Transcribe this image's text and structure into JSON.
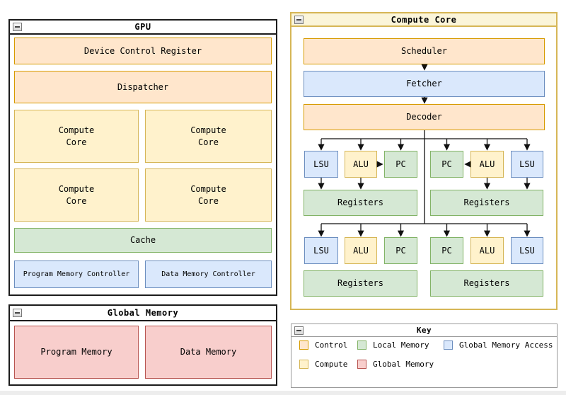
{
  "palette": {
    "control": {
      "fill": "#FFE6CC",
      "stroke": "#D79B00"
    },
    "compute": {
      "fill": "#FFF2CC",
      "stroke": "#D6B656"
    },
    "local_memory": {
      "fill": "#D5E8D4",
      "stroke": "#82B366"
    },
    "global_memory_access": {
      "fill": "#DAE8FC",
      "stroke": "#6C8EBF"
    },
    "global_memory": {
      "fill": "#F8CECC",
      "stroke": "#B85450"
    },
    "window_border_dark": "#1C1C1C",
    "window_border_gold": "#D6B656",
    "window_titlebar_gold": "#FBF5D9",
    "window_border_gray": "#9A9A9A"
  },
  "gpu_window": {
    "title": "GPU",
    "device_control_register": "Device Control Register",
    "dispatcher": "Dispatcher",
    "compute_core": "Compute\nCore",
    "cache": "Cache",
    "program_memory_controller": "Program Memory Controller",
    "data_memory_controller": "Data Memory Controller"
  },
  "global_memory_window": {
    "title": "Global Memory",
    "program_memory": "Program Memory",
    "data_memory": "Data Memory"
  },
  "compute_core_window": {
    "title": "Compute Core",
    "scheduler": "Scheduler",
    "fetcher": "Fetcher",
    "decoder": "Decoder",
    "lsu": "LSU",
    "alu": "ALU",
    "pc": "PC",
    "registers": "Registers"
  },
  "key_window": {
    "title": "Key",
    "items": [
      {
        "label": "Control",
        "swatch": "control"
      },
      {
        "label": "Local Memory",
        "swatch": "local_memory"
      },
      {
        "label": "Global Memory Access",
        "swatch": "global_memory_access"
      },
      {
        "label": "Compute",
        "swatch": "compute"
      },
      {
        "label": "Global Memory",
        "swatch": "global_memory"
      }
    ]
  }
}
